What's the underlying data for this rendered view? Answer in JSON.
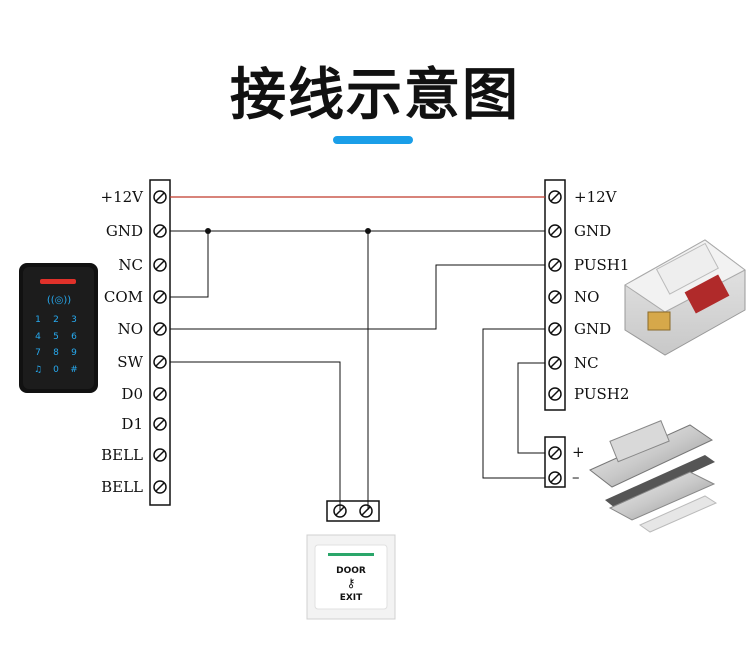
{
  "title": "接线示意图",
  "controller_terminals": [
    "+12V",
    "GND",
    "NC",
    "COM",
    "NO",
    "SW",
    "D0",
    "D1",
    "BELL",
    "BELL"
  ],
  "power_supply_terminals": [
    "+12V",
    "GND",
    "PUSH1",
    "NO",
    "GND",
    "NC",
    "PUSH2"
  ],
  "lock_terminals": [
    "+",
    "–"
  ],
  "exit_button": {
    "line1": "DOOR",
    "line2": "EXIT"
  },
  "keypad_keys": [
    "1",
    "2",
    "3",
    "4",
    "5",
    "6",
    "7",
    "8",
    "9",
    "0",
    "#"
  ],
  "colors": {
    "accent": "#1a9ee8",
    "power_line": "#c0392b",
    "wire": "#111111",
    "keypad_led": "#e0312a",
    "keypad_glow": "#27aaf0"
  }
}
